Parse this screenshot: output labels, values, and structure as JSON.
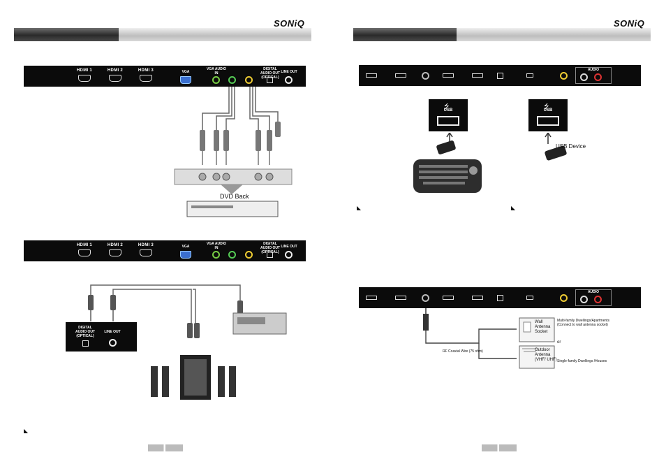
{
  "brand": "SONiQ",
  "panel_labels": {
    "hdmi1": "HDMI 1",
    "hdmi2": "HDMI 2",
    "hdmi3": "HDMI 3",
    "vga": "VGA",
    "vga_audio_in": "VGA AUDIO IN",
    "digital_audio_out": "DIGITAL AUDIO OUT (OPTICAL)",
    "line_out": "LINE OUT",
    "audio": "AUDIO"
  },
  "dvd_label": "DVD Back",
  "callout": {
    "digital_audio_out": "DIGITAL AUDIO OUT (OPTICAL)",
    "line_out": "LINE OUT"
  },
  "usb_label": "USB",
  "usb_device_label": "USB Device",
  "antenna": {
    "multi_family": "Multi-family Dwellings/Apartments",
    "multi_family_note": "(Connect to wall antenna socket)",
    "wall_socket": "Wall Antenna Socket",
    "or": "or",
    "outdoor": "Outdoor Antenna (VHF/ UHF)",
    "single_family": "Single-family Dwellings /Houses",
    "cable": "RF Coaxial Wire (75 ohm)"
  },
  "note_marker": "◣"
}
